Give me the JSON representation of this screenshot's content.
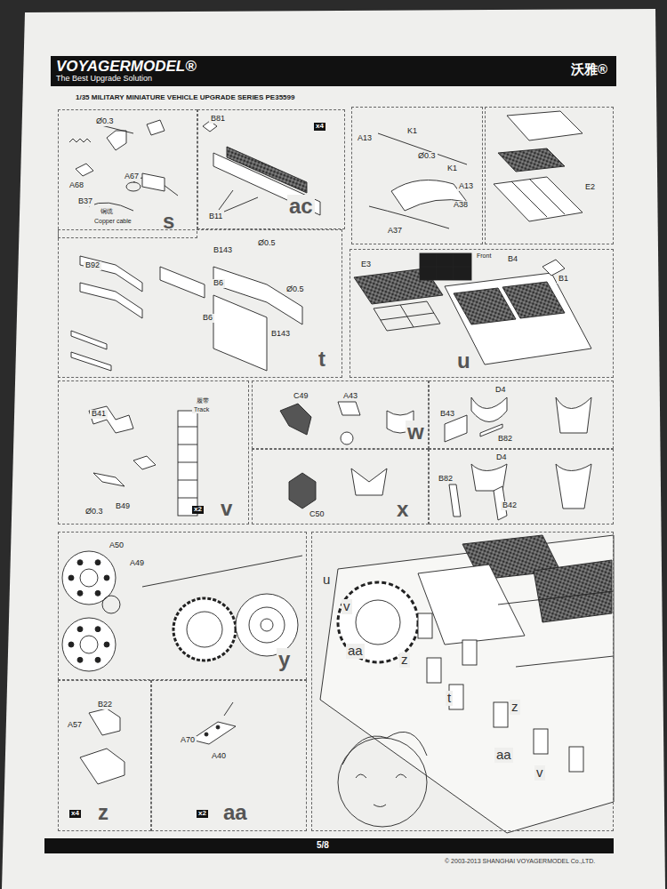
{
  "diagram": {
    "title": "1/35 MILITARY MINIATURE VEHICLE  UPGRADE SERIES PE35599",
    "nodes": [
      {
        "text": [
          "VOYAGERMODEL®",
          "The Best Upgrade Solution",
          "沃雅®"
        ]
      },
      {
        "text": [
          "Ø0.3",
          "A67",
          "A68",
          "B37",
          "铜缆",
          "Copper cable",
          "s"
        ]
      },
      {
        "text": [
          "B81",
          "x4",
          "B11",
          "ac"
        ]
      },
      {
        "text": [
          "A13",
          "K1",
          "Ø0.3",
          "K1",
          "A13",
          "A38",
          "A37"
        ]
      },
      {
        "text": [
          "E2"
        ]
      },
      {
        "text": [
          "B92",
          "B143",
          "Ø0.5",
          "B6",
          "Ø0.5",
          "B6",
          "B143",
          "t"
        ]
      },
      {
        "text": [
          "E3",
          "Front",
          "B4",
          "B1",
          "u"
        ]
      },
      {
        "text": [
          "B41",
          "履带",
          "Track",
          "Ø0.3",
          "B49",
          "x2",
          "v"
        ]
      },
      {
        "text": [
          "C49",
          "A43",
          "w"
        ]
      },
      {
        "text": [
          "D4",
          "B43",
          "B82"
        ]
      },
      {
        "text": [
          "C50",
          "x"
        ]
      },
      {
        "text": [
          "D4",
          "B82",
          "B42"
        ]
      },
      {
        "text": [
          "A50",
          "A49",
          "y"
        ]
      },
      {
        "text": [
          "u",
          "v",
          "aa",
          "z",
          "t",
          "z",
          "aa",
          "v"
        ]
      },
      {
        "text": [
          "B22",
          "A57",
          "x4",
          "z"
        ]
      },
      {
        "text": [
          "A70",
          "A40",
          "x2",
          "aa"
        ]
      },
      {
        "text": [
          "5/8"
        ]
      }
    ],
    "labels": [
      "© 2003-2013 SHANGHAI VOYAGERMODEL Co.,LTD."
    ]
  }
}
